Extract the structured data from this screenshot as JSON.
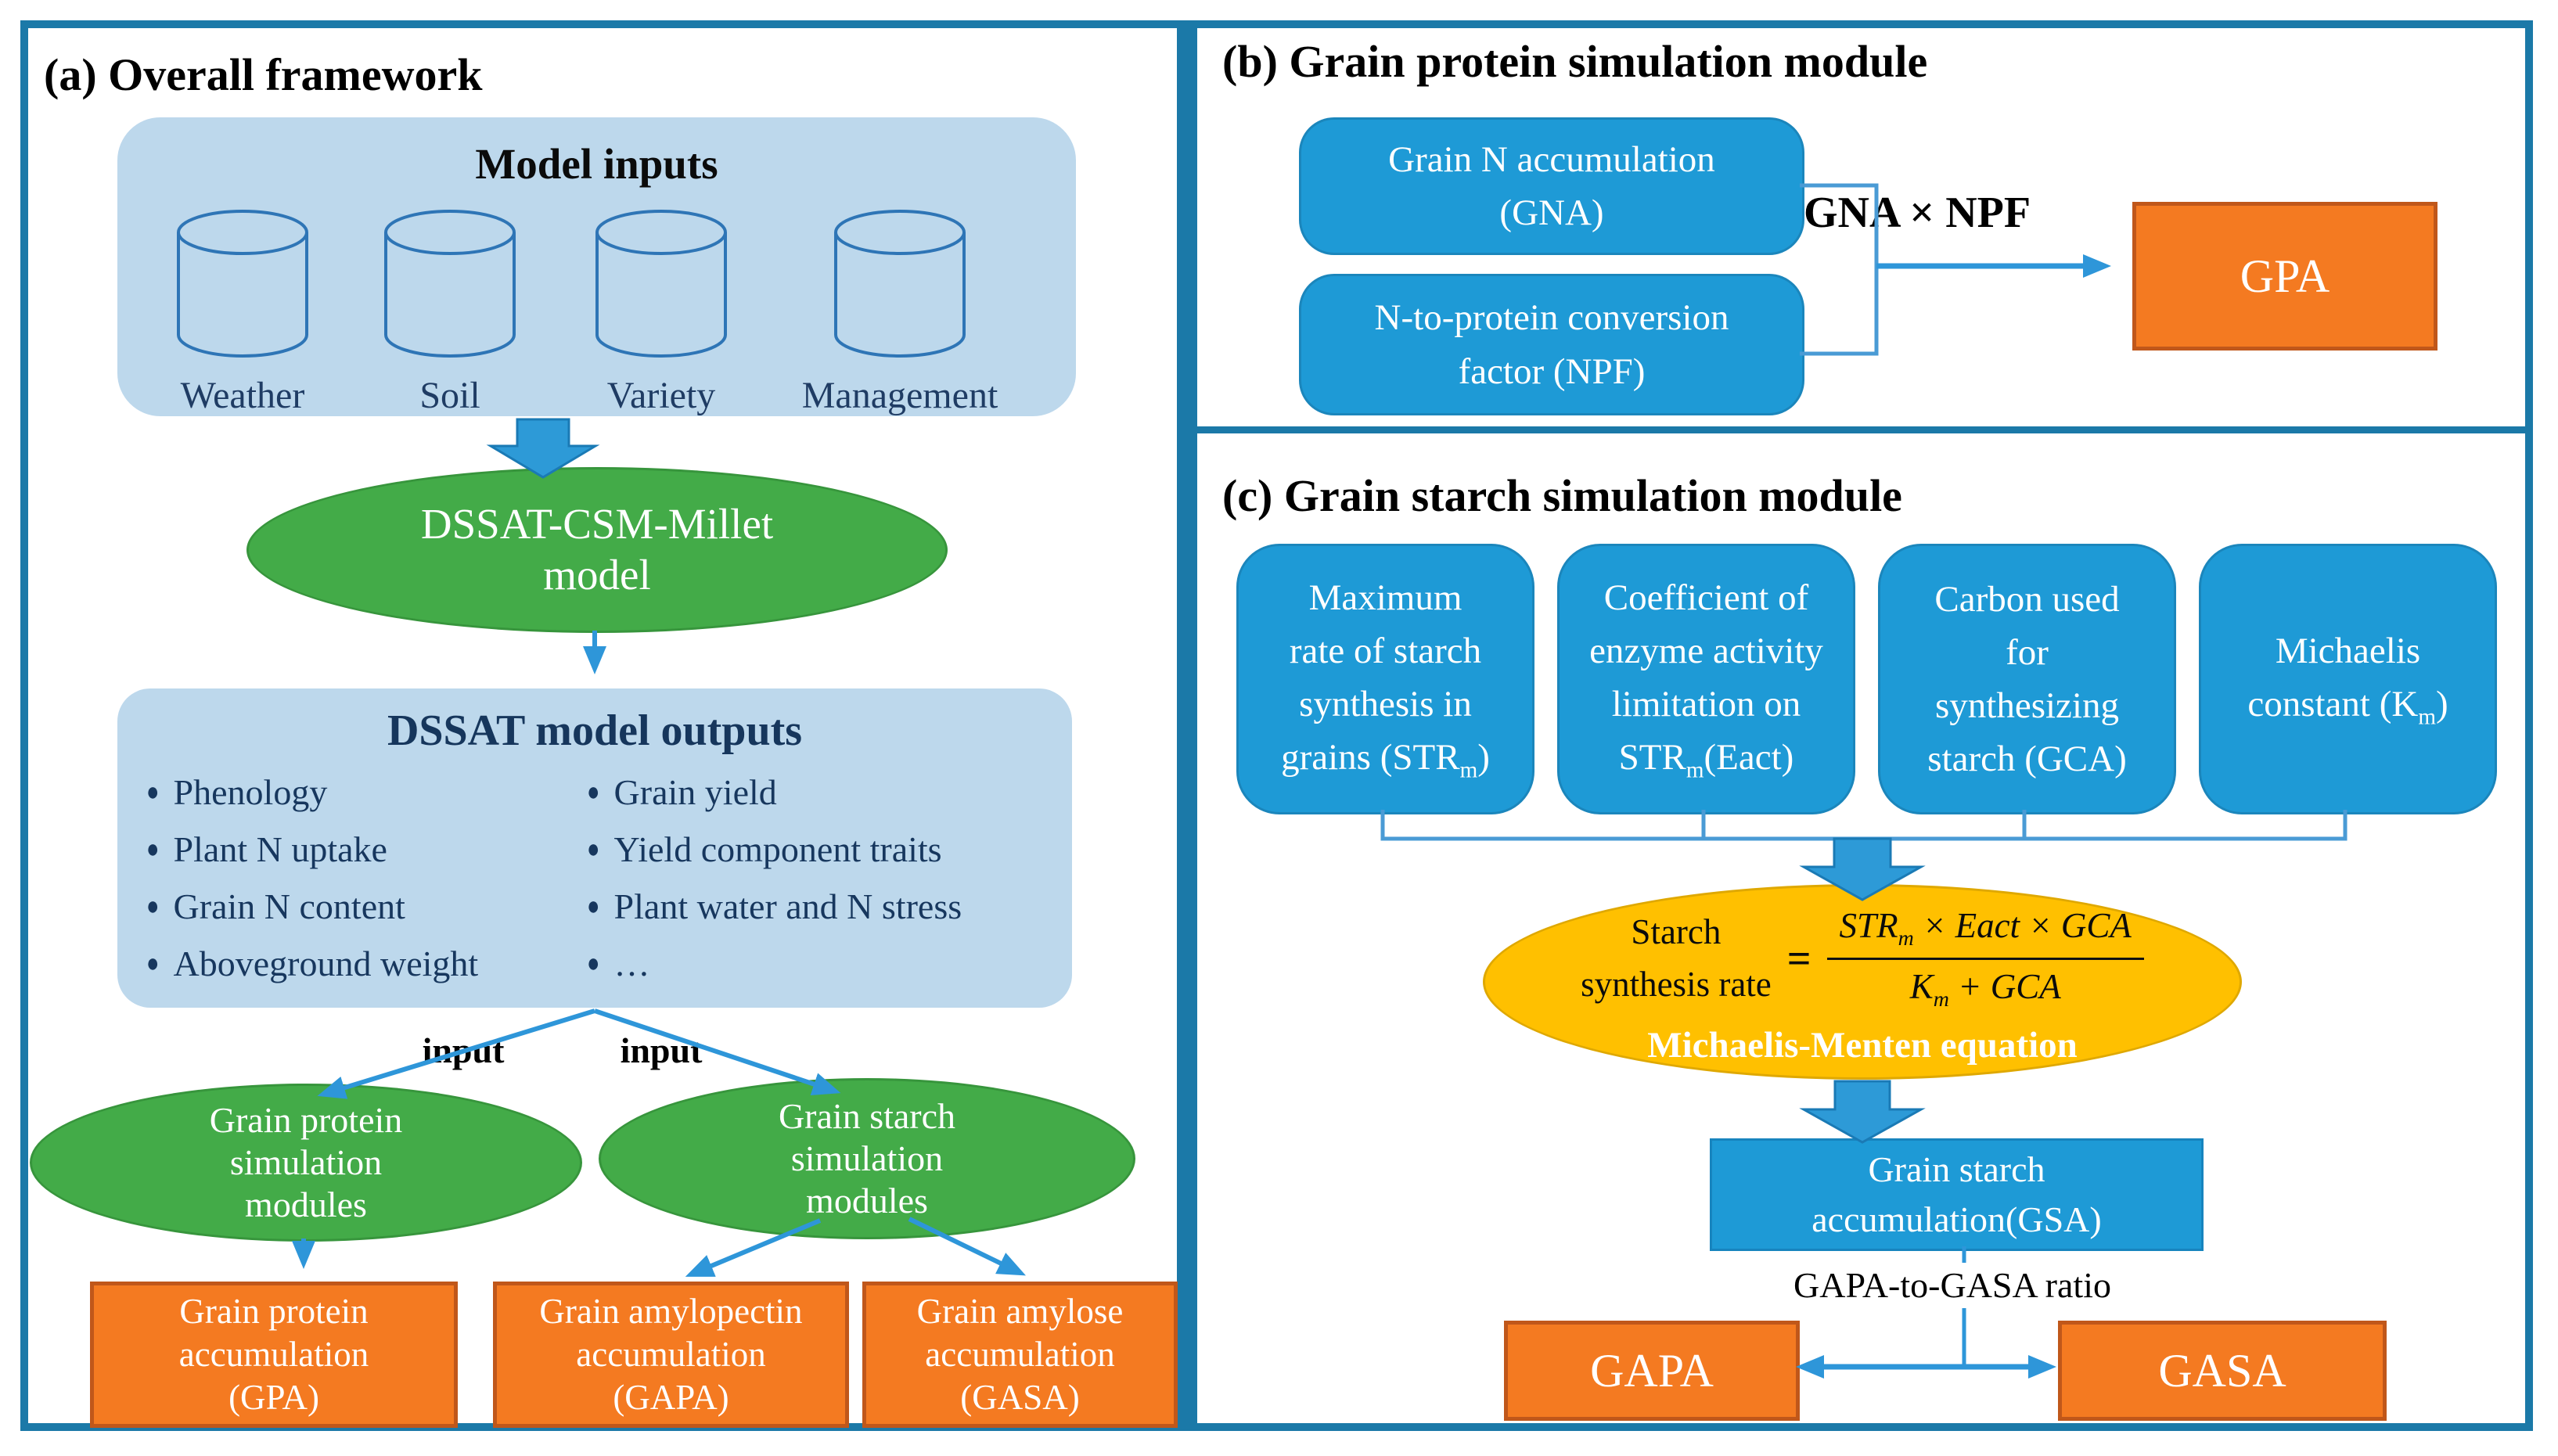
{
  "colors": {
    "border_teal": "#1B79A8",
    "panel_blue_light": "#BDD8EC",
    "node_blue": "#1E9AD6",
    "node_green": "#43AB48",
    "node_orange": "#F47A21",
    "node_orange_border": "#C0571A",
    "node_yellow": "#FFC000",
    "arrow_blue": "#2E96D9",
    "text_navy": "#1F3C64"
  },
  "panel_a": {
    "title": "(a) Overall framework",
    "model_inputs": {
      "heading": "Model inputs",
      "databases": [
        "Weather",
        "Soil",
        "Variety",
        "Management"
      ]
    },
    "model_ellipse": {
      "line1": "DSSAT-CSM-Millet",
      "line2": "model"
    },
    "outputs": {
      "heading": "DSSAT model outputs",
      "bullet": "●",
      "col1": [
        "Phenology",
        "Plant N uptake",
        "Grain N content",
        "Aboveground weight"
      ],
      "col2": [
        "Grain yield",
        "Yield component traits",
        "Plant water and N stress",
        "…"
      ]
    },
    "input_labels": [
      "input",
      "input"
    ],
    "protein_ellipse": [
      "Grain protein",
      "simulation",
      "modules"
    ],
    "starch_ellipse": [
      "Grain starch",
      "simulation",
      "modules"
    ],
    "gpa_box": [
      "Grain protein",
      "accumulation",
      "(GPA)"
    ],
    "gapa_box": [
      "Grain amylopectin",
      "accumulation",
      "(GAPA)"
    ],
    "gasa_box": [
      "Grain amylose",
      "accumulation",
      "(GASA)"
    ]
  },
  "panel_b": {
    "title": "(b) Grain protein simulation module",
    "gna_box": [
      "Grain N accumulation",
      "(GNA)"
    ],
    "npf_box": [
      "N-to-protein conversion",
      "factor (NPF)"
    ],
    "operation_label": "GNA × NPF",
    "gpa_box": "GPA"
  },
  "panel_c": {
    "title": "(c) Grain starch simulation module",
    "param_boxes": [
      [
        "Maximum",
        "rate of starch",
        "synthesis in",
        "grains (STR_{m})"
      ],
      [
        "Coefficient of",
        "enzyme activity",
        "limitation on",
        "STR_{m}(Eact)"
      ],
      [
        "Carbon used",
        "for",
        "synthesizing",
        "starch (GCA)"
      ],
      [
        "Michaelis",
        "constant (K_{m})"
      ]
    ],
    "rate_ellipse": {
      "lhs": [
        "Starch",
        "synthesis rate"
      ],
      "equals": "=",
      "numerator": "STR_{m} × Eact × GCA",
      "denominator": "K_{m} + GCA",
      "caption": "Michaelis-Menten equation"
    },
    "gsa_box": [
      "Grain starch",
      "accumulation(GSA)"
    ],
    "ratio_label": "GAPA-to-GASA ratio",
    "gapa_box": "GAPA",
    "gasa_box": "GASA"
  }
}
